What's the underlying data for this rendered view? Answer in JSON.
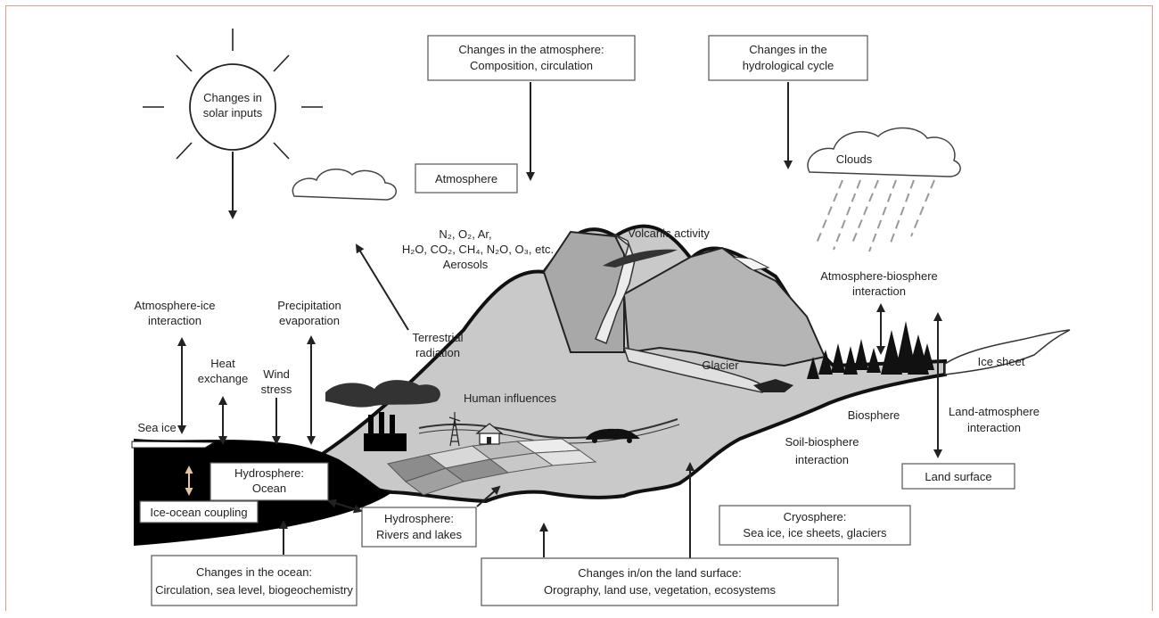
{
  "solar": {
    "l1": "Changes in",
    "l2": "solar inputs"
  },
  "atmos_changes": {
    "l1": "Changes in the atmosphere:",
    "l2": "Composition, circulation"
  },
  "hydro_changes": {
    "l1": "Changes in the",
    "l2": "hydrological cycle"
  },
  "atmosphere": "Atmosphere",
  "clouds": "Clouds",
  "composition": {
    "l1": "N₂, O₂, Ar,",
    "l2": "H₂O, CO₂, CH₄, N₂O, O₃, etc.",
    "l3": "Aerosols"
  },
  "volcanic": "Volcanic activity",
  "atm_bio": {
    "l1": "Atmosphere-biosphere",
    "l2": "interaction"
  },
  "atm_ice": {
    "l1": "Atmosphere-ice",
    "l2": "interaction"
  },
  "precip": {
    "l1": "Precipitation",
    "l2": "evaporation"
  },
  "terrestrial": {
    "l1": "Terrestrial",
    "l2": "radiation"
  },
  "heat": {
    "l1": "Heat",
    "l2": "exchange"
  },
  "wind": {
    "l1": "Wind",
    "l2": "stress"
  },
  "human": "Human influences",
  "glacier": "Glacier",
  "ice_sheet": "Ice sheet",
  "biosphere": "Biosphere",
  "land_atm": {
    "l1": "Land-atmosphere",
    "l2": "interaction"
  },
  "soil_bio": {
    "l1": "Soil-biosphere",
    "l2": "interaction"
  },
  "sea_ice": "Sea ice",
  "hydro_ocean": {
    "l1": "Hydrosphere:",
    "l2": "Ocean"
  },
  "ice_ocean": "Ice-ocean coupling",
  "hydro_rivers": {
    "l1": "Hydrosphere:",
    "l2": "Rivers and lakes"
  },
  "land_surface": "Land surface",
  "cryosphere": {
    "l1": "Cryosphere:",
    "l2": "Sea ice, ice sheets, glaciers"
  },
  "ocean_changes": {
    "l1": "Changes in the ocean:",
    "l2": "Circulation, sea level, biogeochemistry"
  },
  "land_changes": {
    "l1": "Changes in/on the land surface:",
    "l2": "Orography, land use, vegetation, ecosystems"
  }
}
